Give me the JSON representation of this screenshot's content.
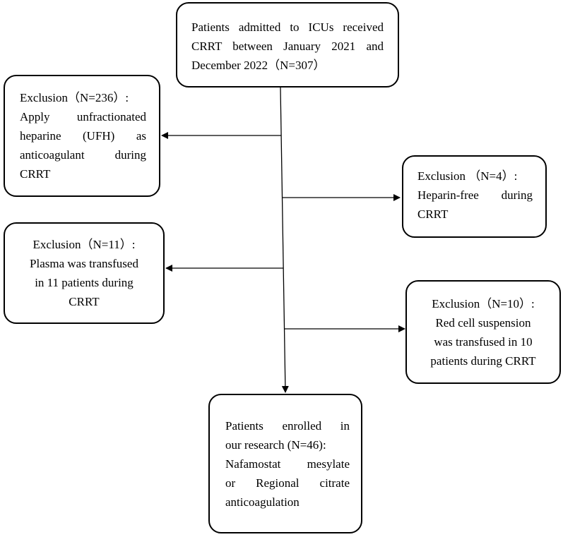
{
  "top_box": {
    "line1": "Patients admitted to ICUs received",
    "line2": "CRRT between January 2021 and",
    "line3": "December 2022（N=307）"
  },
  "exclusion_ufh": {
    "title": "Exclusion（N=236）:",
    "line1": "Apply unfractionated",
    "line2": "heparine (UFH) as",
    "line3": "anticoagulant during",
    "line4": "CRRT"
  },
  "exclusion_heparin_free": {
    "title": "Exclusion （N=4）:",
    "line1": "Heparin-free during",
    "line2": "CRRT"
  },
  "exclusion_plasma": {
    "title": "Exclusion（N=11）:",
    "line1": "Plasma was transfused",
    "line2": "in 11 patients during",
    "line3": "CRRT"
  },
  "exclusion_red_cell": {
    "title": "Exclusion（N=10）:",
    "line1": "Red cell suspension",
    "line2": "was transfused in 10",
    "line3": "patients during CRRT"
  },
  "enrolled_box": {
    "line1": "Patients enrolled in",
    "line2": "our research (N=46):",
    "line3": "Nafamostat mesylate",
    "line4": "or Regional citrate",
    "line5": "anticoagulation"
  }
}
